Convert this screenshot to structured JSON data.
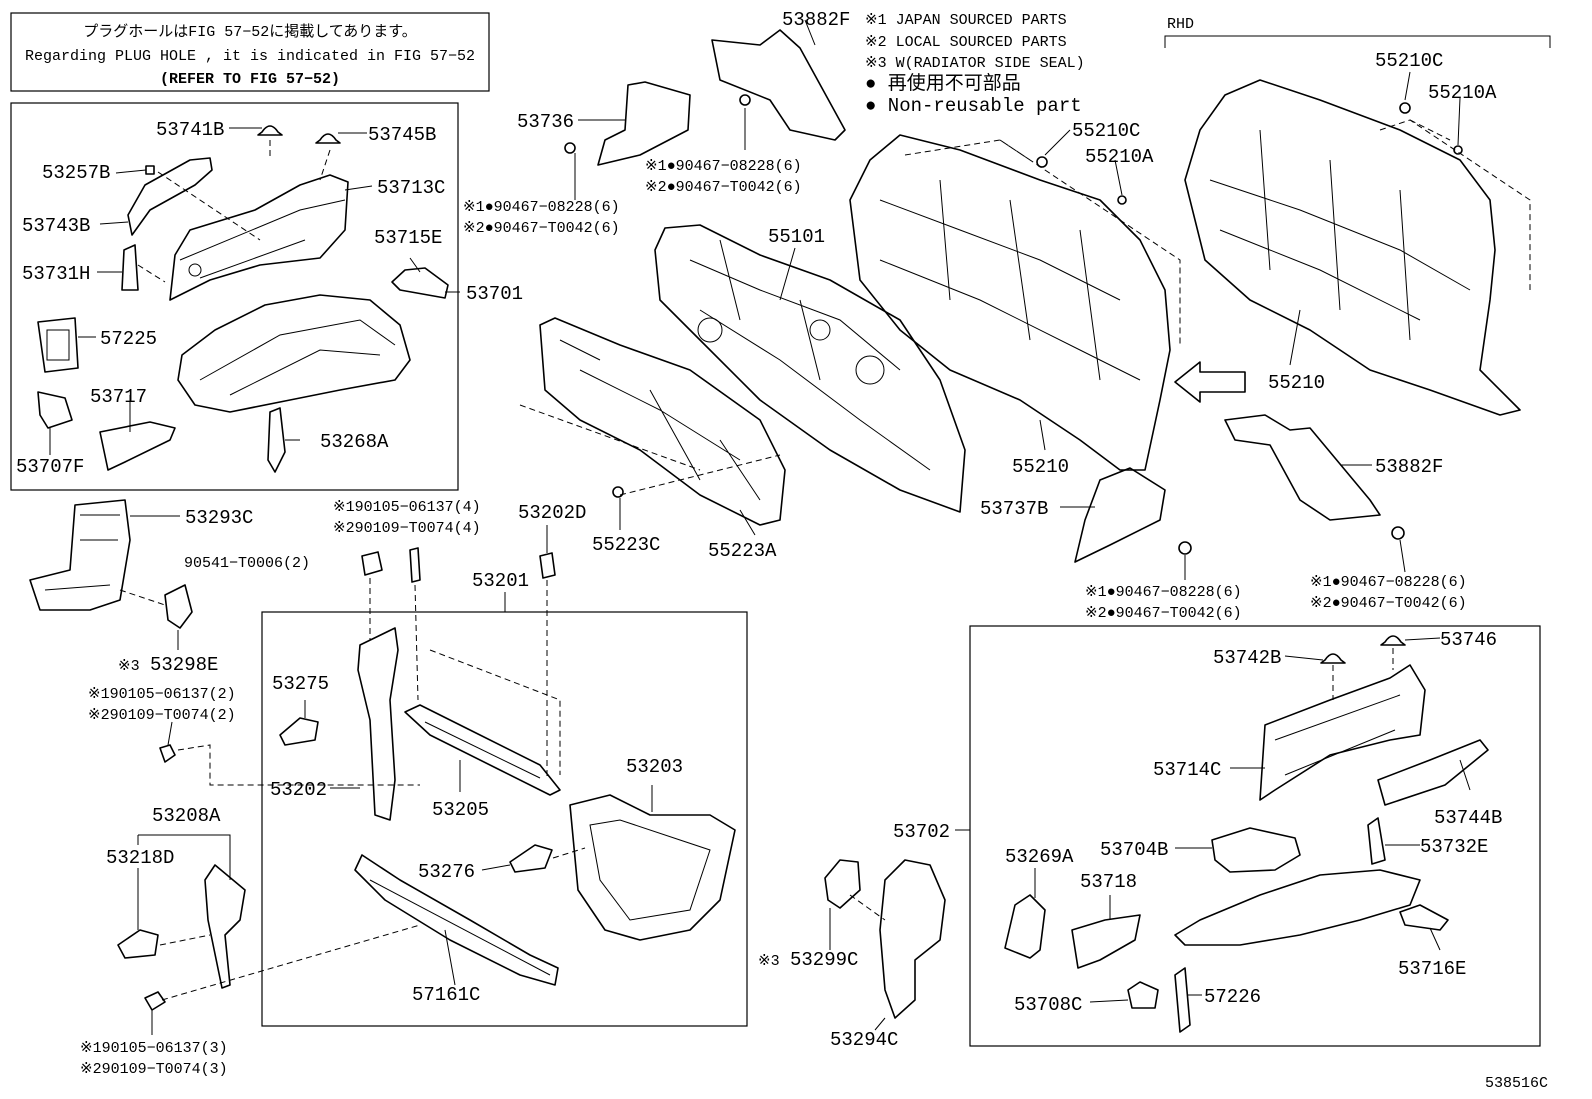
{
  "notes": {
    "jp": "プラグホールはFIG 57−52に掲載してあります。",
    "en": "Regarding  PLUG  HOLE , it is indicated in FIG 57−52",
    "refer": "(REFER TO FIG 57−52)"
  },
  "legend": {
    "l1": "※1 JAPAN SOURCED PARTS",
    "l2": "※2 LOCAL SOURCED PARTS",
    "l3": "※3 W(RADIATOR SIDE SEAL)",
    "l4": "● 再使用不可部品",
    "l5": "● Non-reusable part"
  },
  "rhd": "RHD",
  "figure_id": "538516C",
  "labels": {
    "p53741B": "53741B",
    "p53745B": "53745B",
    "p53257B": "53257B",
    "p53713C": "53713C",
    "p53743B": "53743B",
    "p53715E": "53715E",
    "p53731H": "53731H",
    "p53701": "53701",
    "p57225": "57225",
    "p53717": "53717",
    "p53707F": "53707F",
    "p53268A": "53268A",
    "p53736": "53736",
    "p53882F_top": "53882F",
    "p55101": "55101",
    "p55210C_mid": "55210C",
    "p55210A_mid": "55210A",
    "p55210C_right": "55210C",
    "p55210A_right": "55210A",
    "p55210_right": "55210",
    "p55210_mid": "55210",
    "p53737B": "53737B",
    "p53882F_right": "53882F",
    "p55223C": "55223C",
    "p55223A": "55223A",
    "p53293C": "53293C",
    "p53298E": "53298E",
    "p53202D": "53202D",
    "p53201": "53201",
    "p53275": "53275",
    "p53202": "53202",
    "p53205": "53205",
    "p53203": "53203",
    "p53276": "53276",
    "p57161C": "57161C",
    "p53208A": "53208A",
    "p53218D": "53218D",
    "p53299C": "53299C",
    "p53294C": "53294C",
    "p53702": "53702",
    "p53742B": "53742B",
    "p53746": "53746",
    "p53714C": "53714C",
    "p53744B": "53744B",
    "p53732E": "53732E",
    "p53704B": "53704B",
    "p53269A": "53269A",
    "p53718": "53718",
    "p53716E": "53716E",
    "p53708C": "53708C",
    "p57226": "57226"
  },
  "fasteners": {
    "f1a": "※1●90467−08228(6)",
    "f1b": "※2●90467−T0042(6)",
    "f2a": "※1●90467−08228(6)",
    "f2b": "※2●90467−T0042(6)",
    "f3a": "※1●90467−08228(6)",
    "f3b": "※2●90467−T0042(6)",
    "f4a": "※1●90467−08228(6)",
    "f4b": "※2●90467−T0042(6)",
    "g1a": "※190105−06137(4)",
    "g1b": "※290109−T0074(4)",
    "g2": "90541−T0006(2)",
    "g3a": "※190105−06137(2)",
    "g3b": "※290109−T0074(2)",
    "g4a": "※190105−06137(3)",
    "g4b": "※290109−T0074(3)",
    "s3_53298E": "※3",
    "s3_53299C": "※3"
  }
}
